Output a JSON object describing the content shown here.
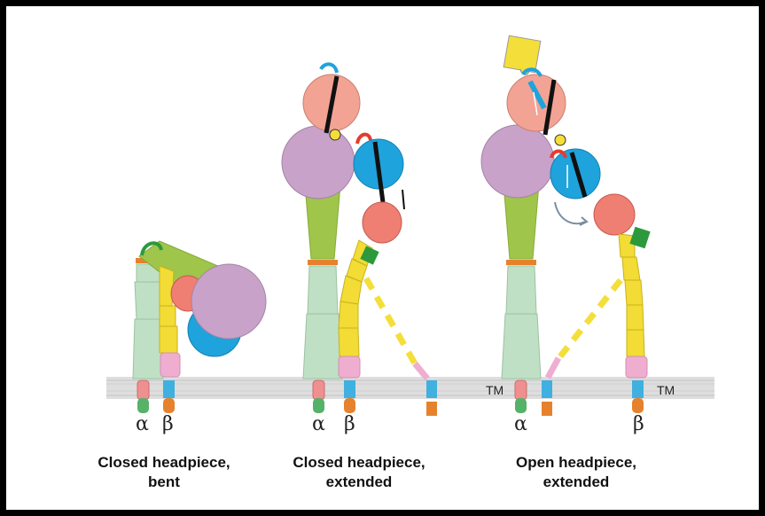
{
  "membrane_labels": {
    "tm_left": "TM",
    "tm_right": "TM"
  },
  "panels": [
    {
      "caption_line1": "Closed headpiece,",
      "caption_line2": "bent",
      "alpha": "α",
      "beta": "β"
    },
    {
      "caption_line1": "Closed headpiece,",
      "caption_line2": "extended",
      "alpha": "α",
      "beta": "β"
    },
    {
      "caption_line1": "Open headpiece,",
      "caption_line2": "extended",
      "alpha": "α",
      "beta": "β"
    }
  ],
  "colors": {
    "membrane": "#dedede",
    "alpha_leg": "#bfe0c4",
    "beta_leg": "#f2dc35",
    "thigh": "#9fc54a",
    "propeller": "#c8a2c8",
    "betaI": "#1fa3dc",
    "hybrid": "#ee7f72",
    "psi": "#f2a394",
    "egf_green": "#2c9a3c",
    "pink": "#efaed0",
    "orange": "#e6822d",
    "ligand": "#f4de3a"
  }
}
